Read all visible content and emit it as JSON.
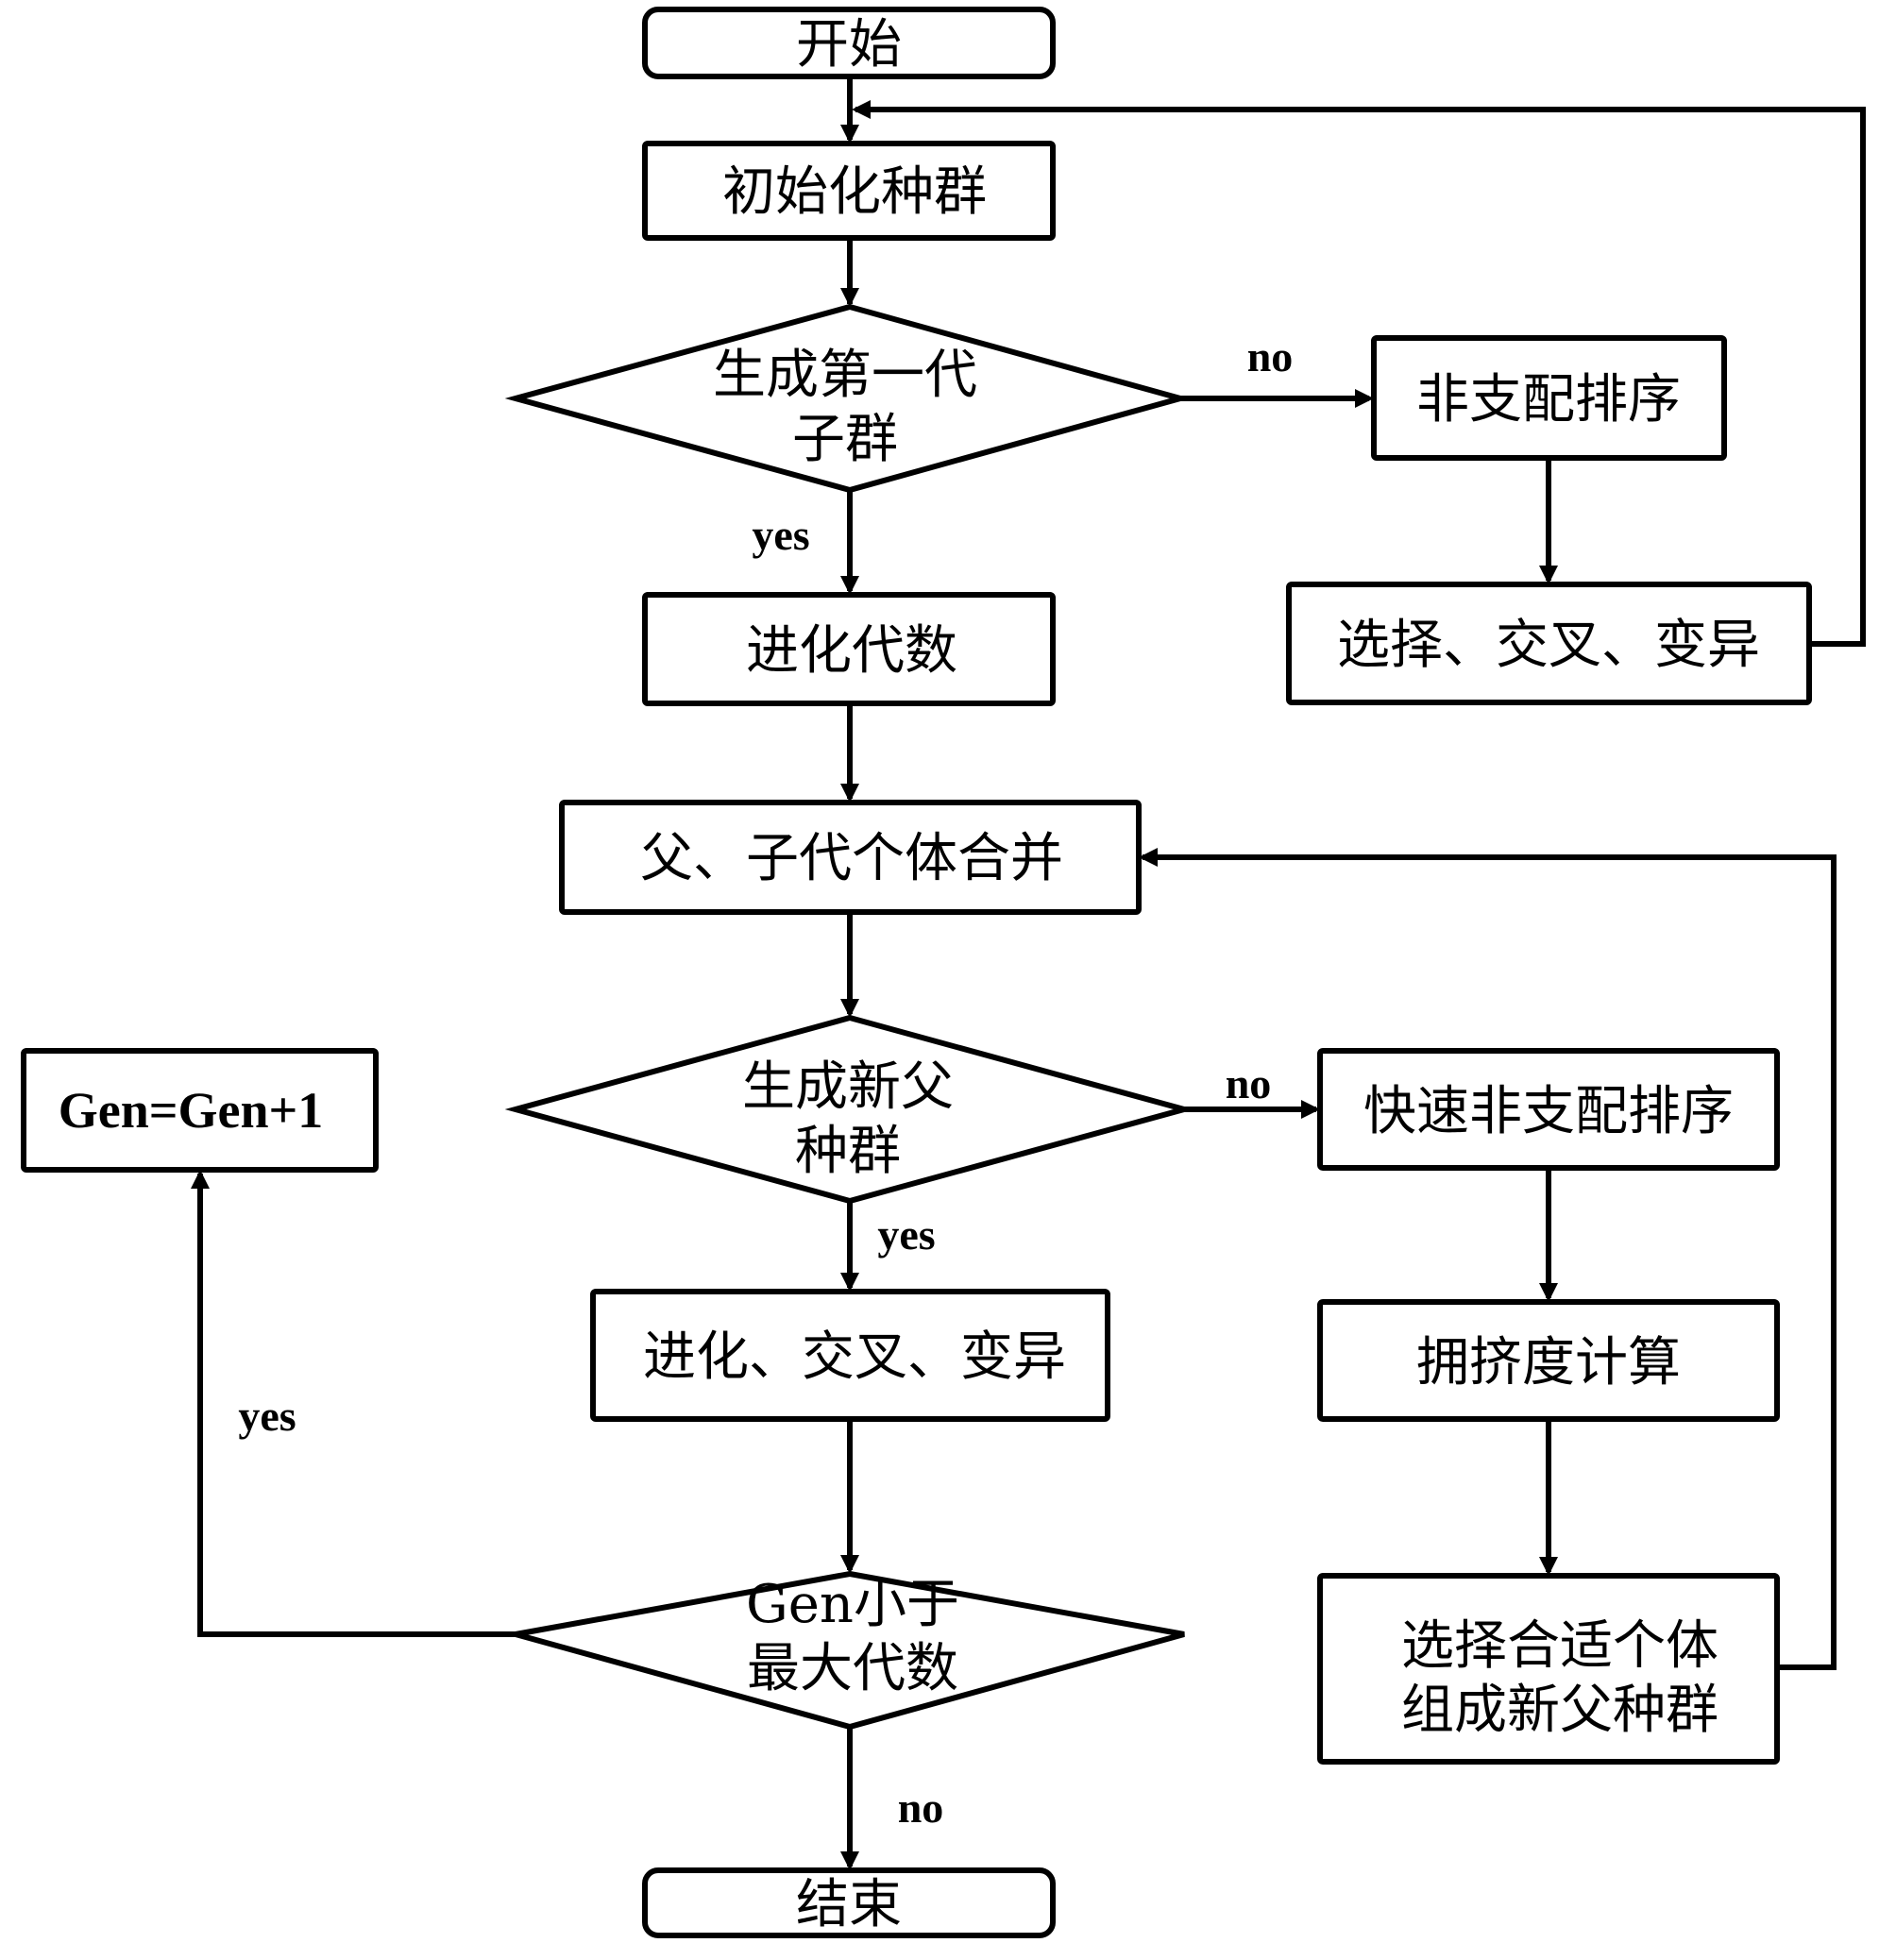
{
  "title": "NSGA-II 算法流程图",
  "nodes": {
    "start": "开始",
    "init_population": "初始化种群",
    "gen_first_offspring_line1": "生成第一代",
    "gen_first_offspring_line2": "子群",
    "non_dominated_sort": "非支配排序",
    "select_crossover_mutate_1": "选择、交叉、变异",
    "evolution_generations": "进化代数",
    "merge_parent_child": "父、子代个体合并",
    "gen_new_parent_line1": "生成新父",
    "gen_new_parent_line2": "种群",
    "fast_non_dominated_sort": "快速非支配排序",
    "crowding_distance": "拥挤度计算",
    "select_individuals_line1": "选择合适个体",
    "select_individuals_line2": "组成新父种群",
    "gen_increment": "Gen=Gen+1",
    "evolve_crossover_mutate_2": "进化、交叉、变异",
    "gen_less_than_max_line1": "Gen小于",
    "gen_less_than_max_line2": "最大代数",
    "end": "结束"
  },
  "edge_labels": {
    "d1_no": "no",
    "d1_yes": "yes",
    "d2_no": "no",
    "d2_yes": "yes",
    "d3_yes": "yes",
    "d3_no": "no"
  },
  "colors": {
    "stroke": "#000000",
    "background": "#ffffff"
  }
}
